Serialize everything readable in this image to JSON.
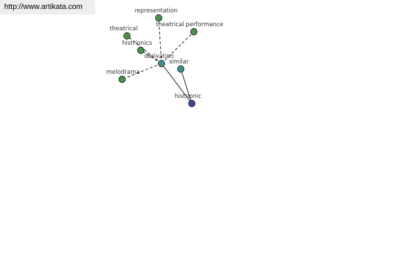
{
  "banner": {
    "url": "http://www.artikata.com"
  },
  "colors": {
    "center_node": "#3f8e8e",
    "leaf_node": "#4a8f4a",
    "similar_node": "#3f8e8e",
    "target_node": "#3a4a9a",
    "edge": "#000000",
    "label": "#333333",
    "banner_bg": "#eeeeee"
  },
  "graph": {
    "nodes": [
      {
        "id": "representation",
        "label": "representation",
        "kind": "leaf"
      },
      {
        "id": "theatrical",
        "label": "theatrical",
        "kind": "leaf"
      },
      {
        "id": "theatrical-performance",
        "label": "theatrical performance",
        "kind": "leaf"
      },
      {
        "id": "histrionics",
        "label": "histrionics",
        "kind": "leaf"
      },
      {
        "id": "derivation",
        "label": "derivation",
        "kind": "center"
      },
      {
        "id": "similar",
        "label": "similar",
        "kind": "similar"
      },
      {
        "id": "melodrama",
        "label": "melodrama",
        "kind": "leaf"
      },
      {
        "id": "histrionic",
        "label": "histrionic",
        "kind": "target"
      }
    ],
    "edges": [
      {
        "from": "derivation",
        "to": "representation",
        "style": "dashed"
      },
      {
        "from": "derivation",
        "to": "theatrical",
        "style": "dashed"
      },
      {
        "from": "derivation",
        "to": "theatrical-performance",
        "style": "dashed"
      },
      {
        "from": "derivation",
        "to": "histrionics",
        "style": "dashed"
      },
      {
        "from": "derivation",
        "to": "melodrama",
        "style": "dashed"
      },
      {
        "from": "derivation",
        "to": "histrionic",
        "style": "solid"
      },
      {
        "from": "similar",
        "to": "histrionic",
        "style": "solid"
      }
    ]
  }
}
